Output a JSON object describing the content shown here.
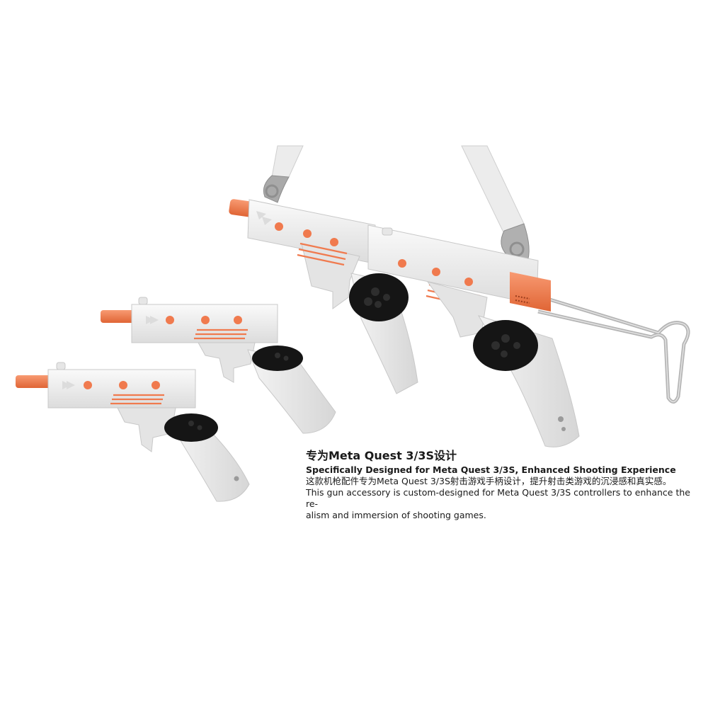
{
  "caption": {
    "heading": "专为Meta Quest 3/3S设计",
    "subheading": "Specifically Designed for Meta Quest 3/3S, Enhanced Shooting Experience",
    "description_cn": "这款机枪配件专为Meta Quest 3/3S射击游戏手柄设计，提升射击类游戏的沉浸感和真实感。",
    "description_en_1": "This gun accessory is custom-designed for Meta Quest 3/3S controllers to enhance the re-",
    "description_en_2": "alism and immersion of shooting games."
  },
  "products": [
    {
      "name": "small-pistol-accessory",
      "icon": "pistol-icon"
    },
    {
      "name": "medium-pistol-accessory",
      "icon": "pistol-icon"
    },
    {
      "name": "dual-gun-rifle-accessory",
      "icon": "rifle-icon"
    }
  ],
  "colors": {
    "body": "#eeeeee",
    "body_shade": "#d9d9d9",
    "accent": "#f07a4e",
    "controller": "#151515",
    "metal": "#b8b8b8",
    "strap": "#ececec"
  }
}
